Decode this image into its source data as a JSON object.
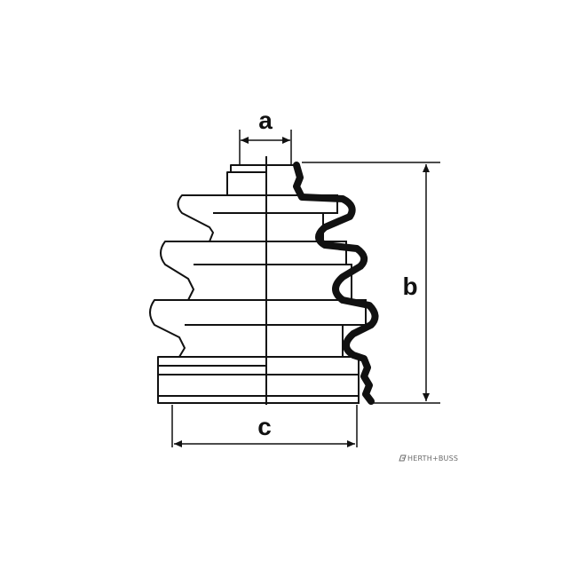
{
  "diagram": {
    "dimensions": {
      "a": "a",
      "b": "b",
      "c": "c"
    },
    "brand": {
      "text": "HERTH+BUSS",
      "icon": "herth-buss-logo-mark"
    },
    "colors": {
      "line": "#111111",
      "background": "#ffffff",
      "brand": "#6a6a6a"
    }
  }
}
